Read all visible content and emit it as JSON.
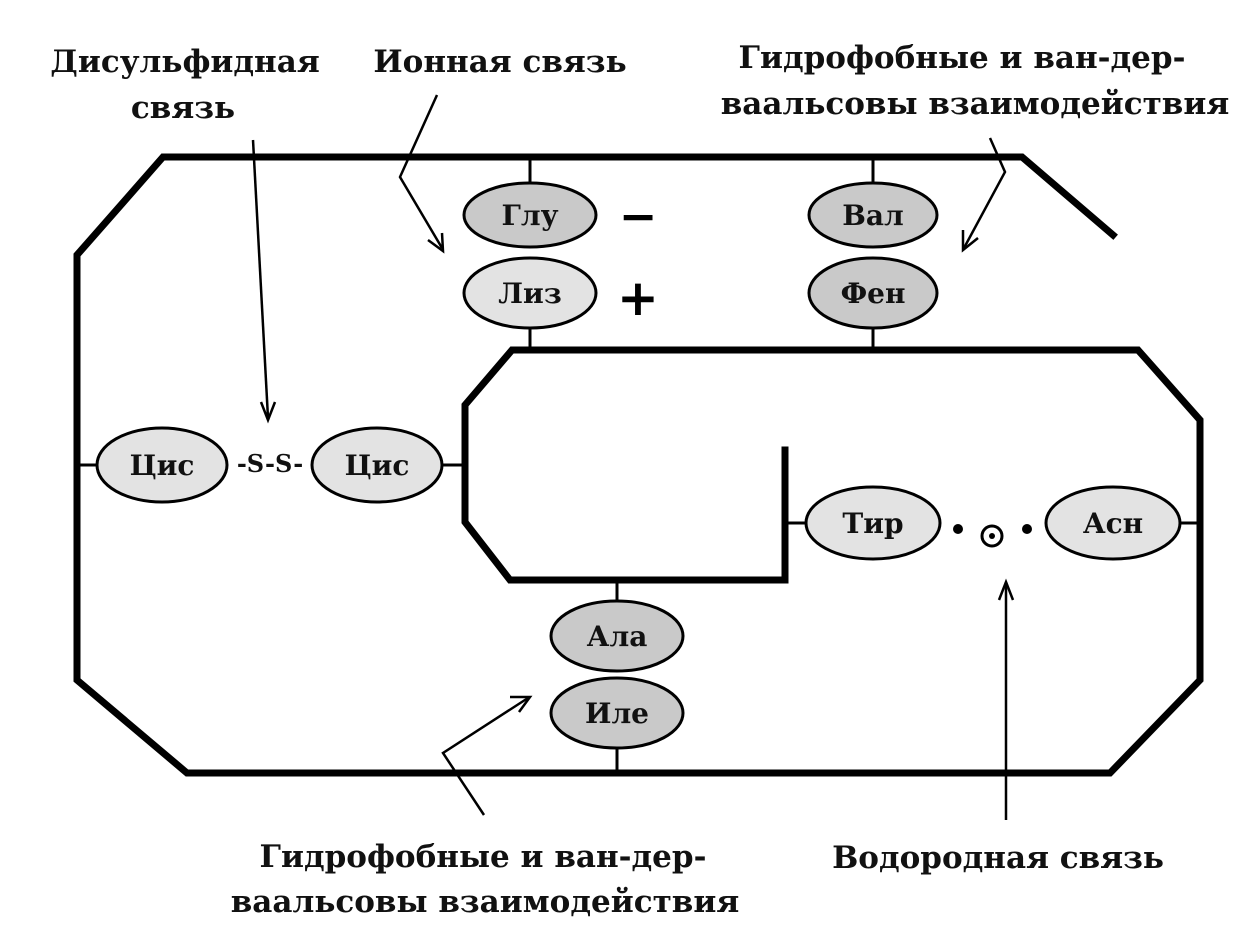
{
  "labels": {
    "disulfide_line1": "Дисульфидная",
    "disulfide_line2": "связь",
    "ionic": "Ионная связь",
    "hydrophobic_top_line1": "Гидрофобные и ван-дер-",
    "hydrophobic_top_line2": "ваальсовы взаимодействия",
    "hydrophobic_bottom_line1": "Гидрофобные и ван-дер-",
    "hydrophobic_bottom_line2": "ваальсовы взаимодействия",
    "hydrogen": "Водородная связь"
  },
  "residues": {
    "glu": "Глу",
    "lys": "Лиз",
    "val": "Вал",
    "phe": "Фен",
    "cys_left": "Цис",
    "cys_right": "Цис",
    "tyr": "Тир",
    "asn": "Асн",
    "ala": "Ала",
    "ile": "Иле"
  },
  "bonds": {
    "disulfide": "-S-S-",
    "minus": "−",
    "plus": "+"
  },
  "colors": {
    "line": "#000000",
    "residue_fill_dark": "#c9c9c9",
    "residue_fill_light": "#e3e3e3"
  }
}
